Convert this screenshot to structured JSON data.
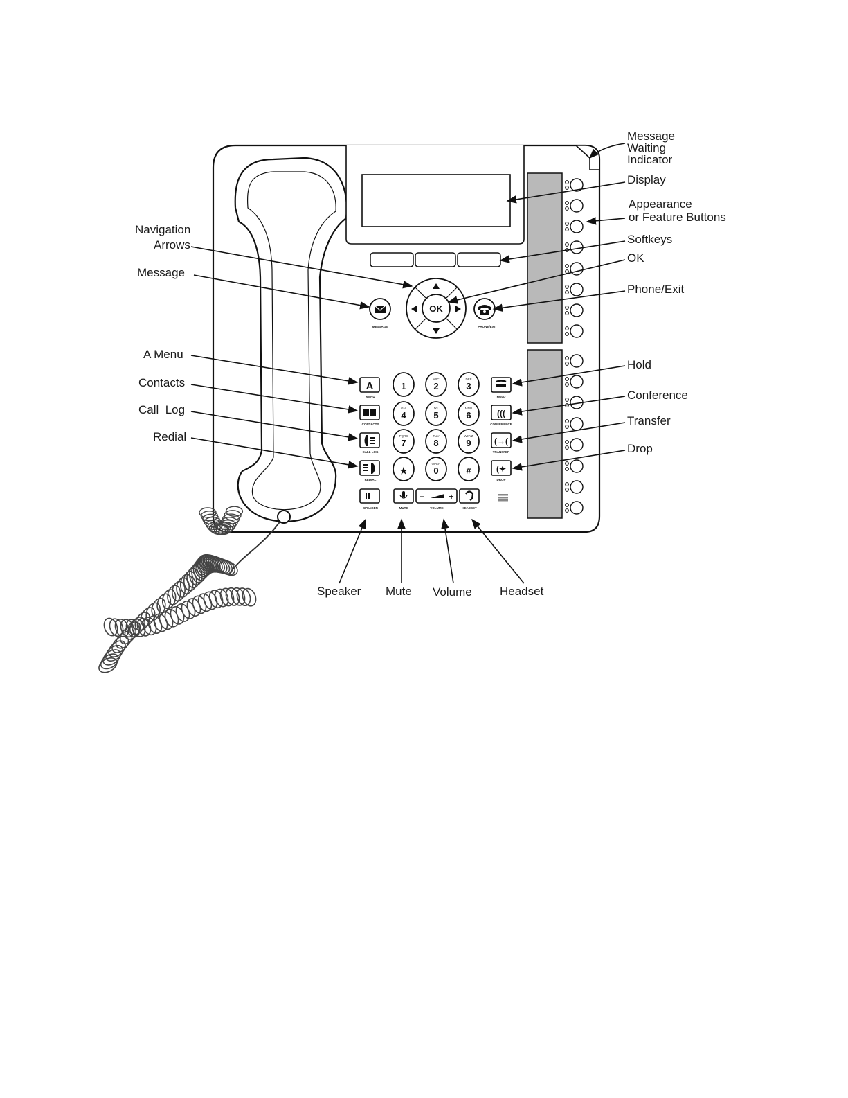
{
  "callouts": {
    "message_waiting_indicator": [
      "Message",
      "Waiting",
      "Indicator"
    ],
    "display": "Display",
    "appearance_feature_buttons": [
      "Appearance",
      "or Feature Buttons"
    ],
    "softkeys": "Softkeys",
    "ok": "OK",
    "phone_exit": "Phone/Exit",
    "hold": "Hold",
    "conference": "Conference",
    "transfer": "Transfer",
    "drop": "Drop",
    "navigation_arrows": [
      "Navigation",
      "Arrows"
    ],
    "message": "Message",
    "a_menu": "A Menu",
    "contacts": "Contacts",
    "call_log": "Call  Log",
    "redial": "Redial",
    "speaker": "Speaker",
    "mute": "Mute",
    "volume": "Volume",
    "headset": "Headset"
  },
  "phone_buttons": {
    "message": "MESSAGE",
    "phone_exit": "PHONE/EXIT",
    "ok": "OK",
    "menu": "MENU",
    "contacts": "CONTACTS",
    "call_log": "CALL LOG",
    "redial": "REDIAL",
    "hold": "HOLD",
    "conference": "CONFERENCE",
    "transfer": "TRANSFER",
    "drop": "DROP",
    "speaker": "SPEAKER",
    "mute": "MUTE",
    "volume": "VOLUME",
    "headset": "HEADSET",
    "volume_minus": "−",
    "volume_plus": "+"
  },
  "keypad": [
    {
      "digit": "1",
      "letters": ""
    },
    {
      "digit": "2",
      "letters": "ABC"
    },
    {
      "digit": "3",
      "letters": "DEF"
    },
    {
      "digit": "4",
      "letters": "GHI"
    },
    {
      "digit": "5",
      "letters": "JKL"
    },
    {
      "digit": "6",
      "letters": "MNO"
    },
    {
      "digit": "7",
      "letters": "PQRS"
    },
    {
      "digit": "8",
      "letters": "TUV"
    },
    {
      "digit": "9",
      "letters": "WXYZ"
    },
    {
      "digit": "★",
      "letters": ""
    },
    {
      "digit": "0",
      "letters": "OPER"
    },
    {
      "digit": "#",
      "letters": ""
    }
  ],
  "icons": {
    "message": "envelope-icon",
    "phone_exit": "telephone-icon",
    "menu": "a-menu-icon",
    "contacts": "book-icon",
    "call_log": "call-log-icon",
    "redial": "redial-icon",
    "hold": "hold-icon",
    "conference": "conference-icon",
    "transfer": "transfer-icon",
    "drop": "drop-icon",
    "speaker": "speaker-icon",
    "mute": "microphone-icon",
    "headset": "headset-icon"
  }
}
